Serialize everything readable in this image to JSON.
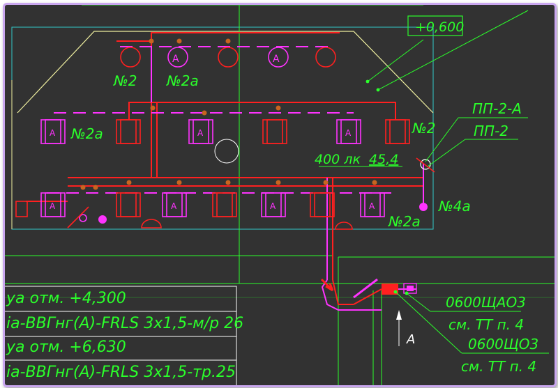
{
  "drawing": {
    "elevation_label": "+0,600",
    "labels": {
      "n2_top_left": "№2",
      "n2a_top": "№2a",
      "n2a_left": "№2a",
      "n2_right": "№2",
      "lux": "400 лк",
      "value": "45,4",
      "n4a": "№4a",
      "n2a_bottom": "№2a",
      "pp2a": "ПП-2-А",
      "pp2": "ПП-2",
      "panel1_name": "0600ЩАО3",
      "panel1_ref": "см. ТТ п. 4",
      "panel2_name": "0600ЩО3",
      "panel2_ref": "см. ТТ п. 4",
      "arrow_letter": "А"
    },
    "table_rows": [
      "уа отм. +4,300",
      "іа-ВВГнг(А)-FRLS 3х1,5-м/р 26",
      "уа отм. +6,630",
      "іа-ВВГнг(А)-FRLS 3х1,5-тр.25"
    ],
    "colors": {
      "background": "#323232",
      "line_green": "#2bff2b",
      "line_red": "#ff2020",
      "line_magenta": "#ff33ff",
      "line_cyan": "#33c8c8",
      "line_yellow": "#f0f0a0",
      "border": "#c9a6ef"
    }
  }
}
